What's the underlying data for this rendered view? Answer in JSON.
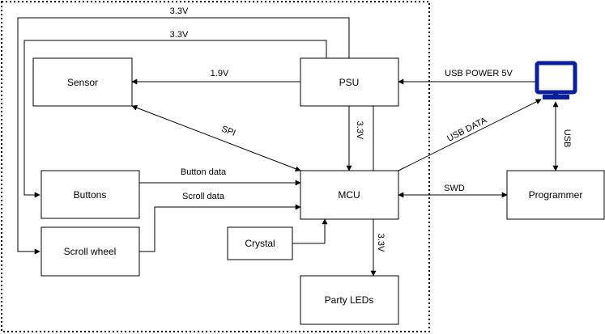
{
  "nodes": {
    "sensor": "Sensor",
    "psu": "PSU",
    "buttons": "Buttons",
    "mcu": "MCU",
    "programmer": "Programmer",
    "scroll_wheel": "Scroll wheel",
    "crystal": "Crystal",
    "party_leds": "Party LEDs"
  },
  "edges": {
    "psu_top_3v3_outer": "3.3V",
    "psu_top_3v3_inner": "3.3V",
    "psu_to_sensor": "1.9V",
    "usb_power": "USB POWER 5V",
    "spi": "SPI",
    "psu_to_mcu": "3.3V",
    "usb_data": "USB DATA",
    "usb": "USB",
    "button_data": "Button data",
    "scroll_data": "Scroll data",
    "swd": "SWD",
    "psu_to_leds": "3.3V"
  },
  "icons": {
    "computer": "monitor-icon",
    "accent_color": "#0b1f9c"
  }
}
